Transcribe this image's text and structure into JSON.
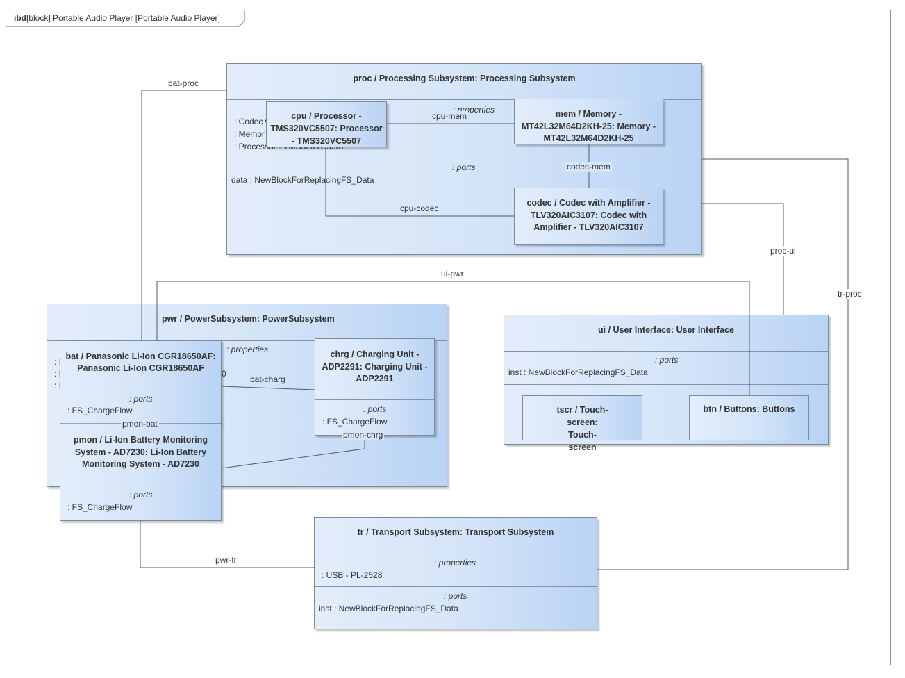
{
  "frame": {
    "kind": "ibd",
    "label": "[block] Portable Audio Player [Portable Audio Player]"
  },
  "proc": {
    "title": "proc / Processing Subsystem: Processing Subsystem",
    "properties_label": ": properties",
    "properties": [
      ": Codec w",
      ": Memor",
      ": Processor - TMS320VC5507"
    ],
    "ports_label": ": ports",
    "ports": [
      "data : NewBlockForReplacingFS_Data"
    ],
    "cpu": "cpu / Processor - TMS320VC5507: Processor - TMS320VC5507",
    "mem": "mem / Memory - MT42L32M64D2KH-25: Memory - MT42L32M64D2KH-25",
    "codec": "codec / Codec with Amplifier - TLV320AIC3107: Codec with Amplifier - TLV320AIC3107"
  },
  "pwr": {
    "title": "pwr / PowerSubsystem: PowerSubsystem",
    "properties_label": ": properties",
    "properties": [
      ": I",
      ": I",
      ": I"
    ],
    "prop_tail": "0",
    "bat": {
      "title": "bat / Panasonic Li-Ion CGR18650AF: Panasonic Li-Ion CGR18650AF",
      "ports_label": ": ports",
      "ports": [
        ": FS_ChargeFlow"
      ]
    },
    "chrg": {
      "title": "chrg / Charging Unit - ADP2291: Charging Unit - ADP2291",
      "ports_label": ": ports",
      "ports": [
        ": FS_ChargeFlow"
      ]
    },
    "pmon": {
      "title": "pmon / Li-Ion Battery Monitoring System - AD7230: Li-Ion Battery Monitoring System - AD7230",
      "ports_label": ": ports",
      "ports": [
        ": FS_ChargeFlow"
      ]
    }
  },
  "ui": {
    "title": "ui / User Interface: User Interface",
    "ports_label": ": ports",
    "ports": [
      "inst : NewBlockForReplacingFS_Data"
    ],
    "tscr": "tscr / Touch-screen: Touch-screen",
    "btn": "btn / Buttons: Buttons"
  },
  "tr": {
    "title": "tr / Transport Subsystem: Transport Subsystem",
    "properties_label": ": properties",
    "properties": [
      ": USB - PL-2528"
    ],
    "ports_label": ": ports",
    "ports": [
      "inst : NewBlockForReplacingFS_Data"
    ]
  },
  "connectors": {
    "bat_proc": "bat-proc",
    "cpu_mem": "cpu-mem",
    "codec_mem": "codec-mem",
    "cpu_codec": "cpu-codec",
    "ui_pwr": "ui-pwr",
    "proc_ui": "proc-ui",
    "tr_proc": "tr-proc",
    "bat_charg": "bat-charg",
    "pmon_bat": "pmon-bat",
    "pmon_chrg": "pmon-chrg",
    "pwr_tr": "pwr-tr"
  },
  "colors": {
    "block_light": "#e3edfa",
    "block_dark": "#b9d3f4",
    "border": "#7c8aa0",
    "wire": "#4d5a70"
  }
}
